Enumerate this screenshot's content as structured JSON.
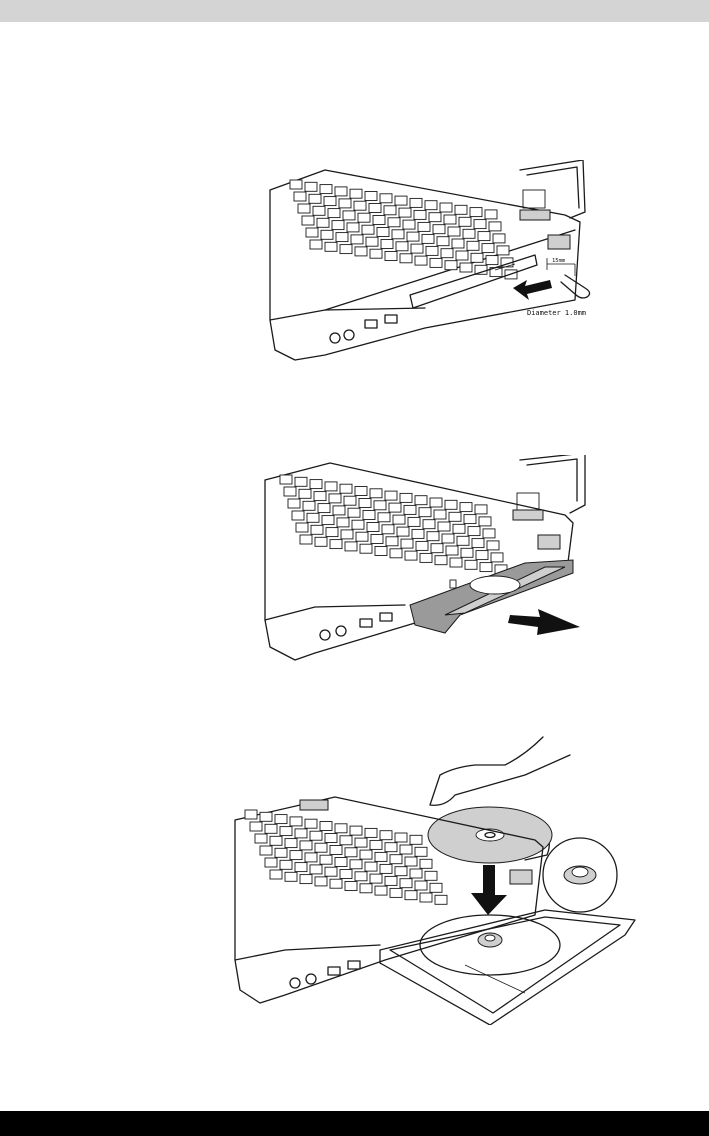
{
  "figures": [
    {
      "id": "eject-hole",
      "diameter_label": "Diameter 1.0mm",
      "length_label": "15mm"
    },
    {
      "id": "tray-open"
    },
    {
      "id": "insert-disc"
    }
  ],
  "colors": {
    "top_bar": "#d4d4d4",
    "bottom_bar": "#000000",
    "tray_grey": "#9a9a9a"
  },
  "icons": [
    "push-arrow-icon",
    "pull-arrow-icon",
    "down-arrow-icon",
    "paperclip-icon"
  ]
}
